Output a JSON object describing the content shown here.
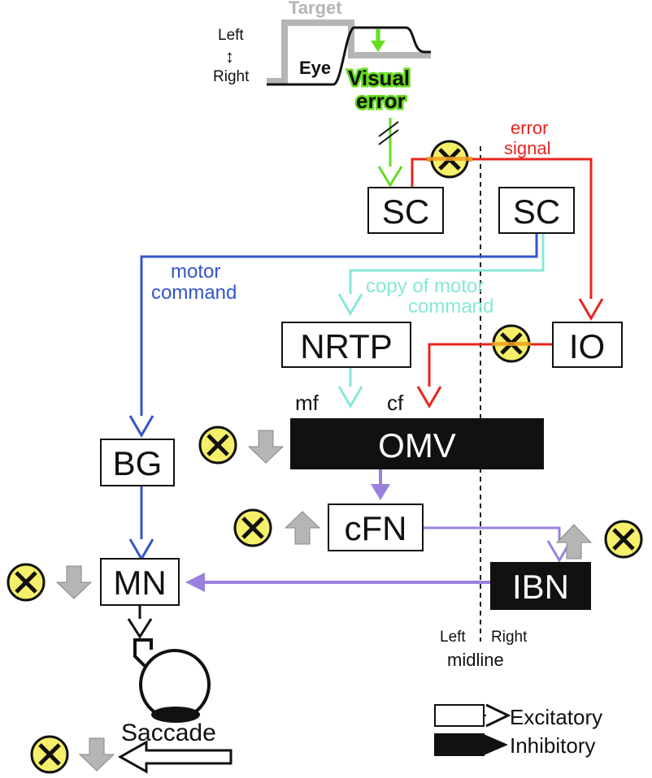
{
  "trace": {
    "target_label": "Target",
    "eye_label": "Eye",
    "left_label": "Left",
    "right_label": "Right",
    "updown_symbol": "↕",
    "visual_error_line1": "Visual",
    "visual_error_line2": "error"
  },
  "annotations": {
    "error_signal_line1": "error",
    "error_signal_line2": "signal",
    "motor_command_line1": "motor",
    "motor_command_line2": "command",
    "copy_motor_line1": "copy of motor",
    "copy_motor_line2": "command",
    "mf": "mf",
    "cf": "cf",
    "midline_left": "Left",
    "midline_right": "Right",
    "midline": "midline",
    "saccade": "Saccade"
  },
  "nodes": {
    "sc_left": "SC",
    "sc_right": "SC",
    "nrtp": "NRTP",
    "io": "IO",
    "omv": "OMV",
    "bg": "BG",
    "cfn": "cFN",
    "mn": "MN",
    "ibn": "IBN"
  },
  "legend": {
    "excitatory": "Excitatory",
    "inhibitory": "Inhibitory"
  },
  "colors": {
    "visual_error": "#66dd22",
    "error_signal": "#e8251f",
    "motor_command": "#3355cc",
    "copy_motor": "#88e8d8",
    "purkinje": "#9b80e0",
    "lesion_fill": "#f5ef6a",
    "lesion_stripe": "#f0a020",
    "grey": "#b5b5b5",
    "dark": "#1a1a1a"
  }
}
